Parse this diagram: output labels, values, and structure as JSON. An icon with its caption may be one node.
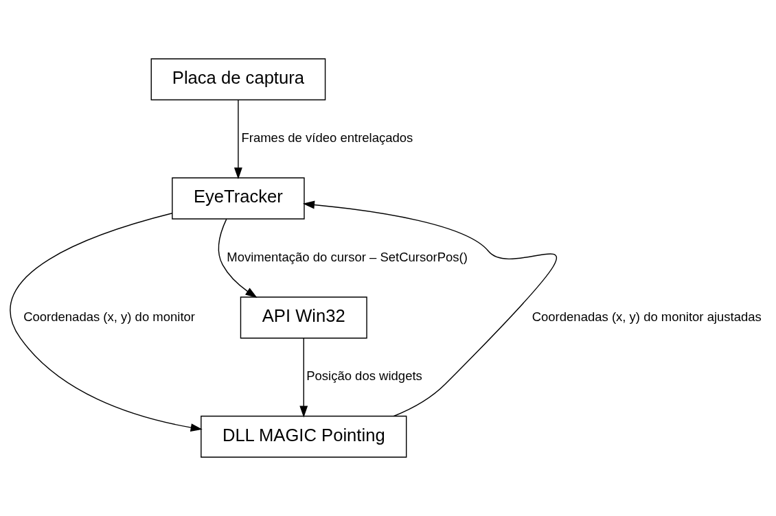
{
  "diagram": {
    "nodes": [
      {
        "text": [
          "Placa de captura"
        ]
      },
      {
        "text": [
          "EyeTracker"
        ]
      },
      {
        "text": [
          "DLL MAGIC Pointing"
        ]
      },
      {
        "text": [
          "API Win32"
        ]
      }
    ],
    "edges": [
      {
        "from": 0,
        "to": 1,
        "arrow": "to",
        "label": "Frames de vídeo entrelaçados"
      },
      {
        "from": 1,
        "to": 2,
        "arrow": "to",
        "label": "Coordenadas (x, y) do monitor"
      },
      {
        "from": 2,
        "to": 1,
        "arrow": "to",
        "label": "Coordenadas (x, y) do monitor ajustadas"
      },
      {
        "from": 1,
        "to": 3,
        "arrow": "to",
        "label": "Movimentação do cursor – SetCursorPos()"
      },
      {
        "from": 3,
        "to": 2,
        "arrow": "to",
        "label": "Posição dos widgets"
      }
    ]
  }
}
